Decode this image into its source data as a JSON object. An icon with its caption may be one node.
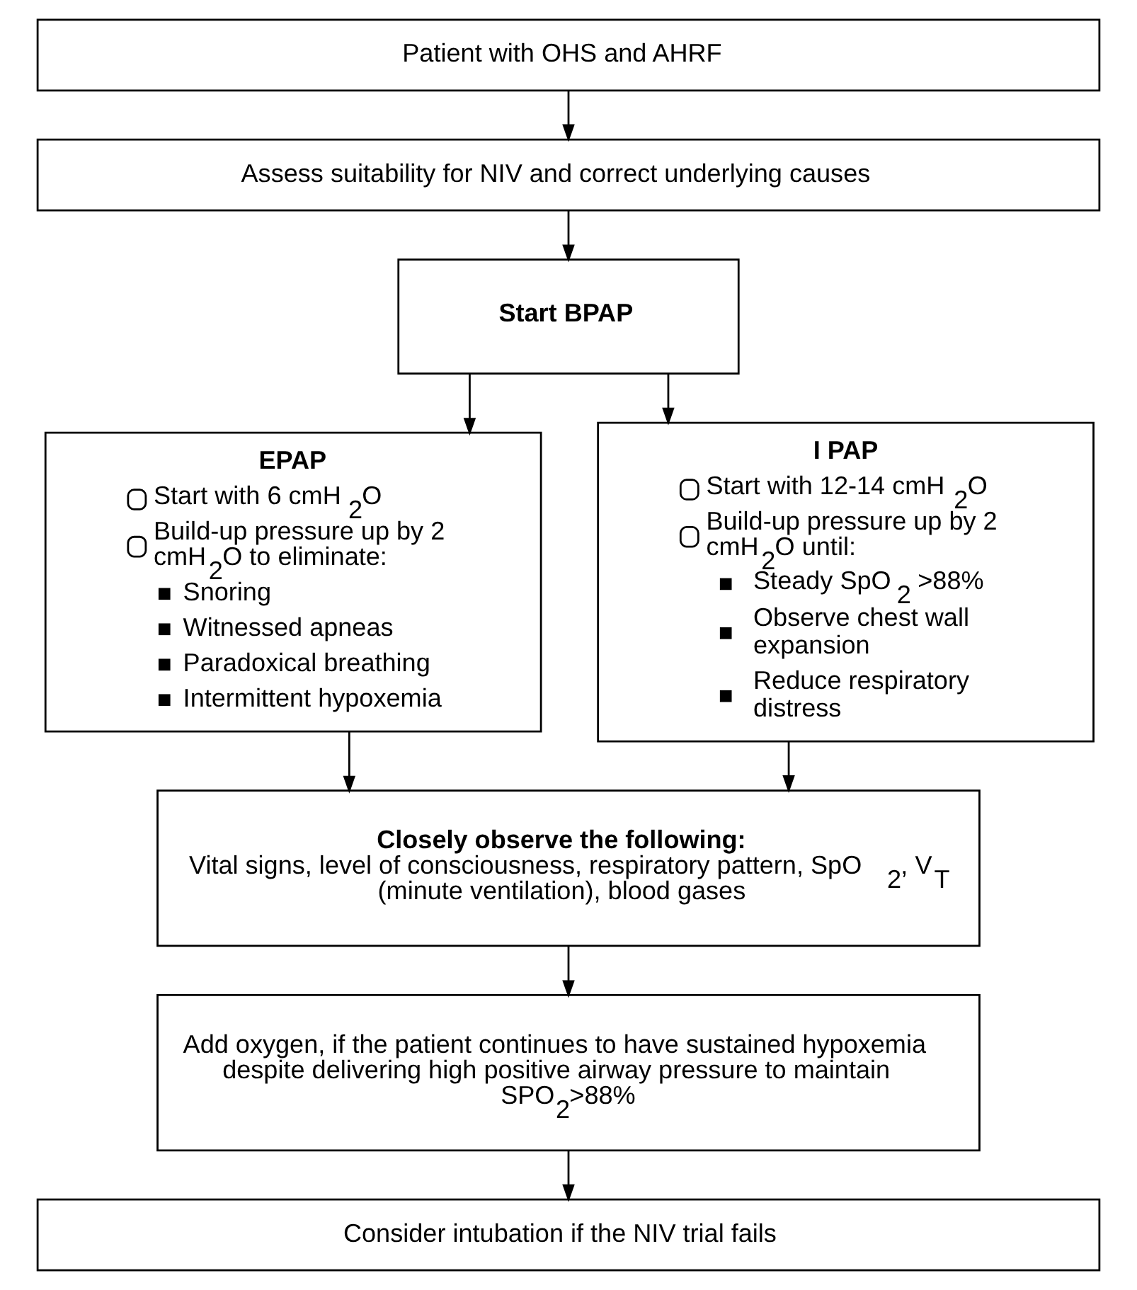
{
  "diagram": {
    "nodes": [
      {
        "text": [
          "Patient with OHS and AHRF"
        ]
      },
      {
        "text": [
          "Assess suitability for NIV and correct underlying causes"
        ]
      },
      {
        "text": [
          "Start BPAP"
        ]
      },
      {
        "text": [
          "EPAP",
          "Start with 6 cmH$_{2}$O",
          "Build-up pressure up by 2 cmH$_{2}$O to eliminate:",
          "Snoring",
          "Witnessed apneas",
          "Paradoxical breathing",
          "Intermittent hypoxemia"
        ]
      },
      {
        "text": [
          "I PAP",
          "Start with 12-14 cmH$_{2}$O",
          "Build-up pressure up by 2 cmH$_{2}$O until:",
          "Steady SpO$_{2}$ >88%",
          "Observe chest wall expansion",
          "Reduce respiratory distress"
        ]
      },
      {
        "text": [
          "Closely observe the following:",
          "Vital signs, level of consciousness, respiratory pattern, SpO$_{2}$, V$_{T}$ (minute ventilation), blood gases"
        ]
      },
      {
        "text": [
          "Add oxygen, if the patient continues to have sustained hypoxemia despite delivering high positive airway pressure to maintain SPO$_{2}$>88%"
        ]
      },
      {
        "text": [
          "Consider intubation if the NIV trial fails"
        ]
      }
    ],
    "edges": [
      {
        "from": 0,
        "to": 1,
        "arrow": "to"
      },
      {
        "from": 1,
        "to": 2,
        "arrow": "to"
      },
      {
        "from": 2,
        "to": 3,
        "arrow": "to"
      },
      {
        "from": 2,
        "to": 4,
        "arrow": "to"
      },
      {
        "from": 3,
        "to": 5,
        "arrow": "to"
      },
      {
        "from": 4,
        "to": 5,
        "arrow": "to"
      },
      {
        "from": 5,
        "to": 6,
        "arrow": "to"
      },
      {
        "from": 6,
        "to": 7,
        "arrow": "to"
      }
    ]
  }
}
